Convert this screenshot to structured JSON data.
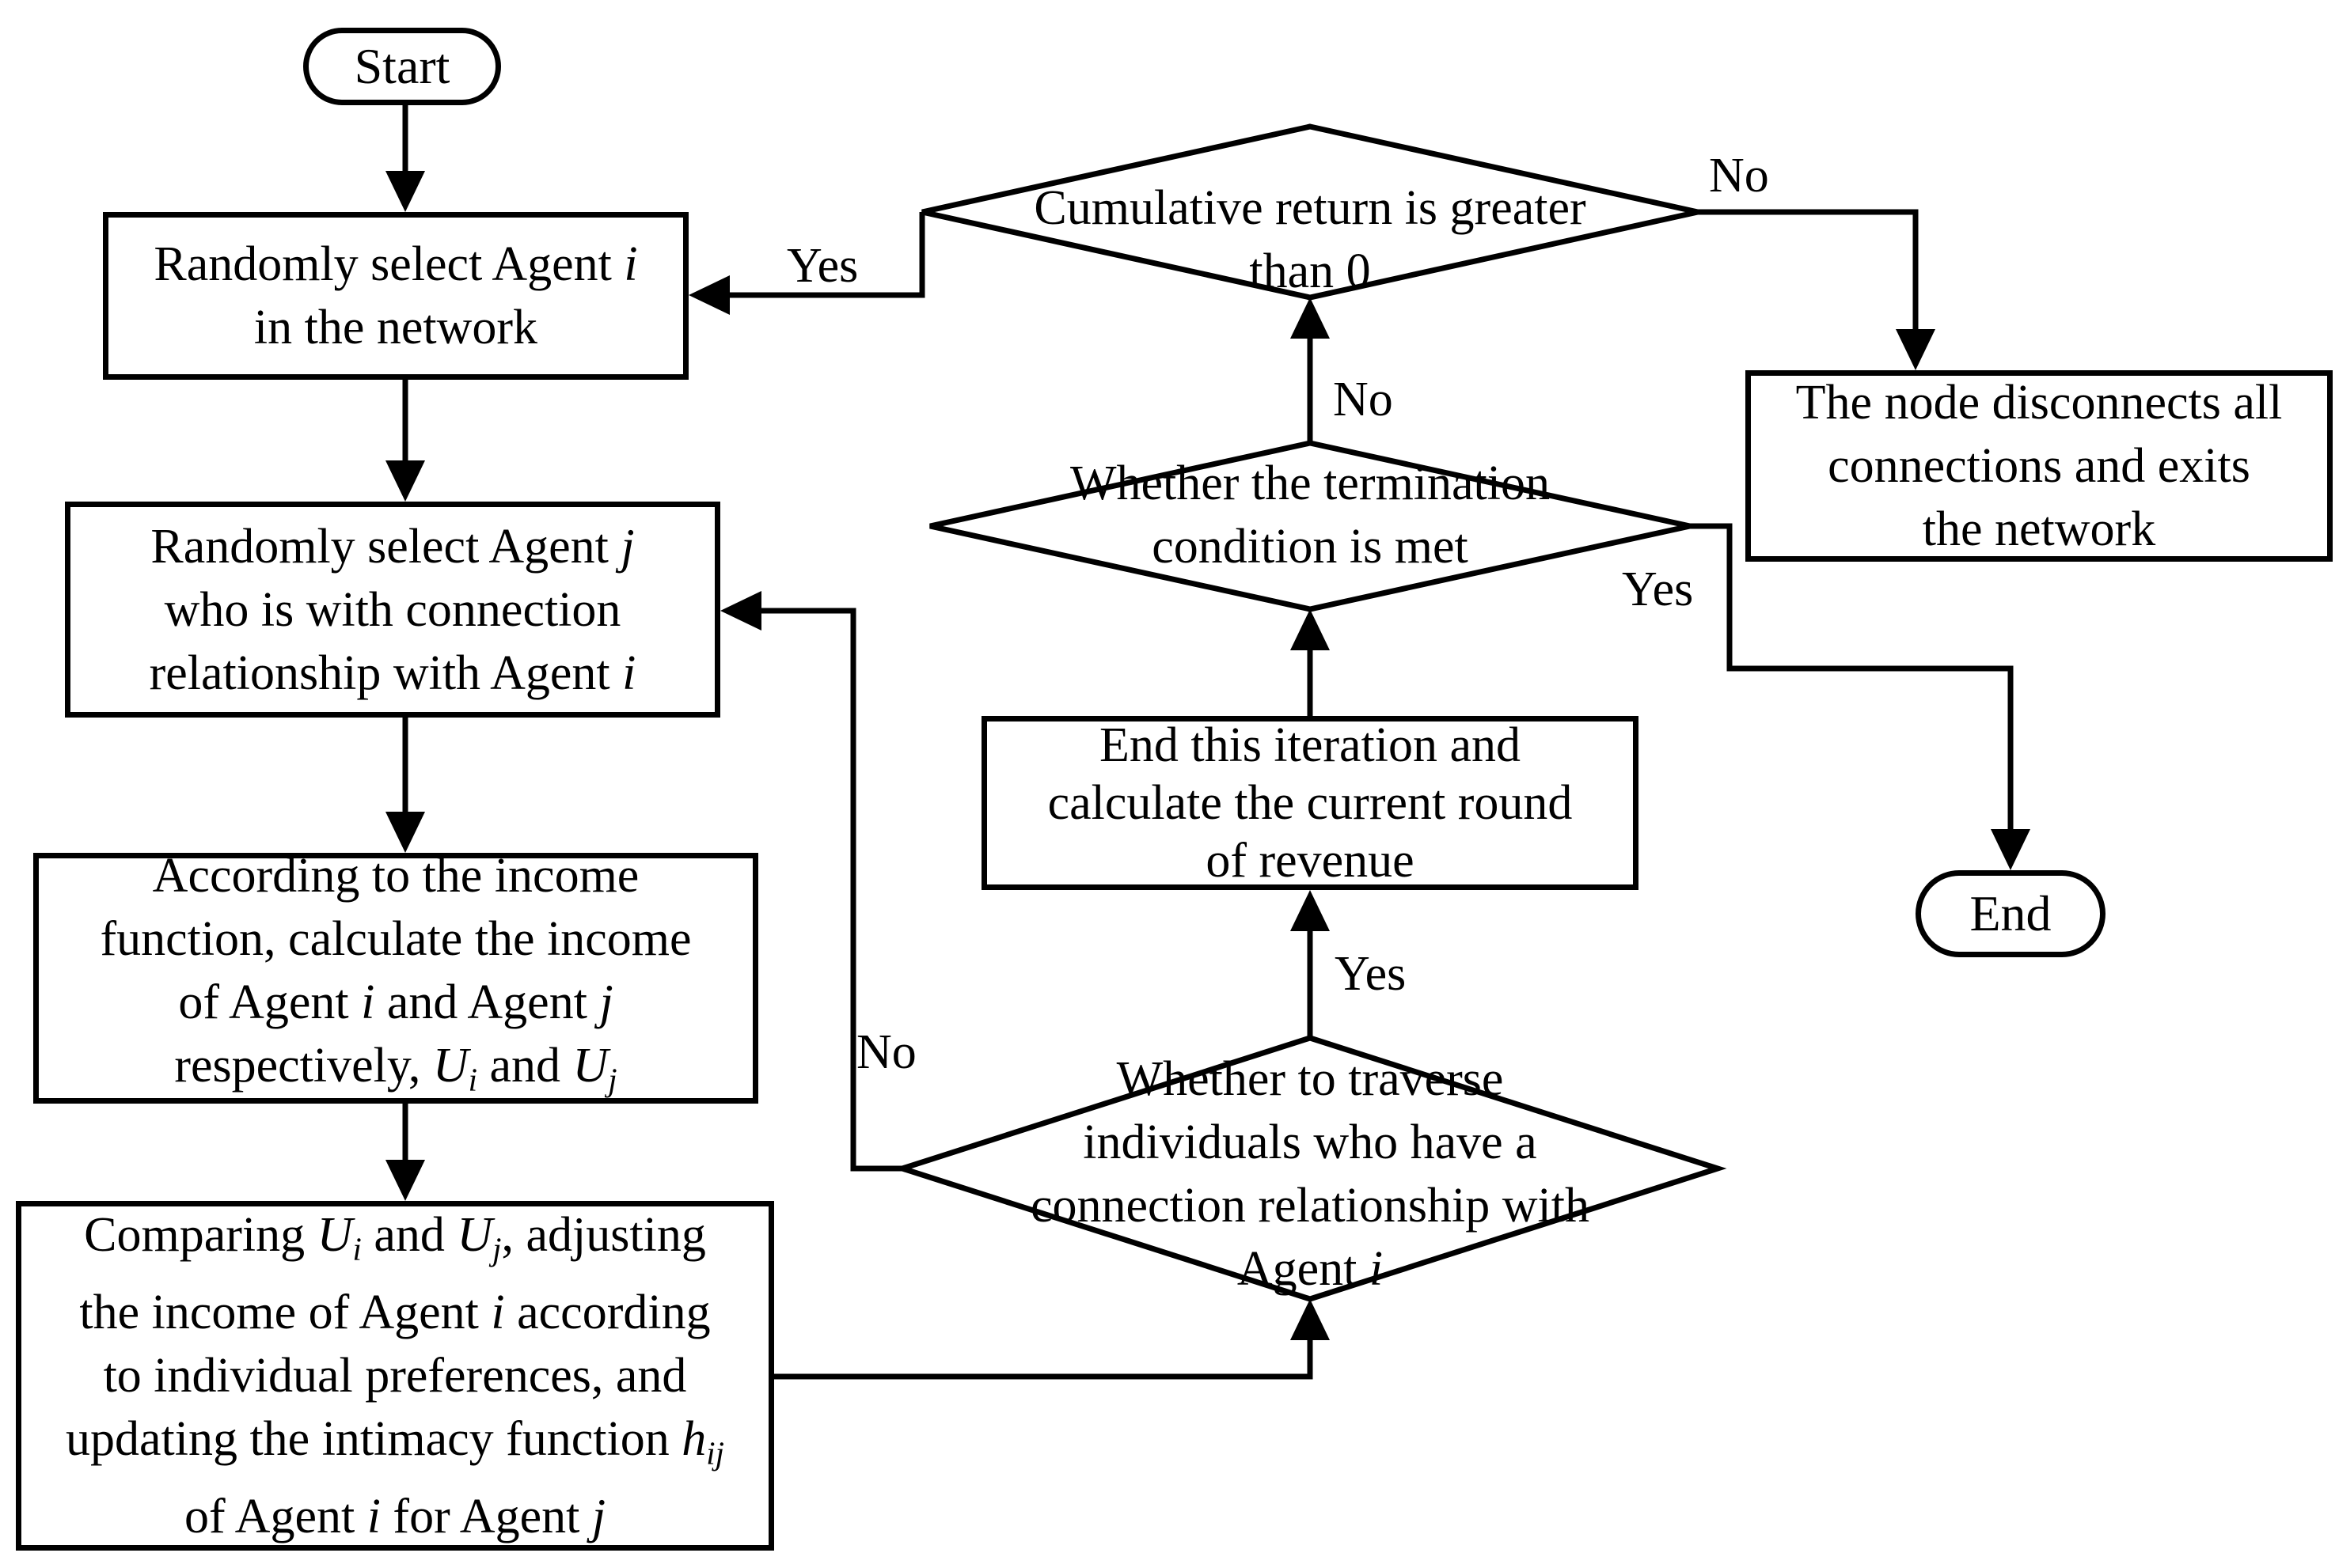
{
  "colors": {
    "ink": "#000000",
    "background": "#ffffff"
  },
  "terminals": {
    "start": "Start",
    "end": "End"
  },
  "edge_labels": {
    "cumulative_yes": "Yes",
    "cumulative_no": "No",
    "termination_no": "No",
    "termination_yes": "Yes",
    "traverse_yes": "Yes",
    "traverse_no": "No"
  },
  "nodes": {
    "select_agent_i": {
      "lines": [
        [
          {
            "t": "Randomly select Agent "
          },
          {
            "t": "i",
            "i": true
          }
        ],
        [
          {
            "t": "in the network"
          }
        ]
      ]
    },
    "select_agent_j": {
      "lines": [
        [
          {
            "t": "Randomly select Agent "
          },
          {
            "t": "j",
            "i": true
          }
        ],
        [
          {
            "t": "who is with connection"
          }
        ],
        [
          {
            "t": "relationship with Agent "
          },
          {
            "t": "i",
            "i": true
          }
        ]
      ]
    },
    "calc_income": {
      "lines": [
        [
          {
            "t": "According to the income"
          }
        ],
        [
          {
            "t": "function, calculate the income"
          }
        ],
        [
          {
            "t": "of Agent "
          },
          {
            "t": "i",
            "i": true
          },
          {
            "t": " and Agent "
          },
          {
            "t": "j",
            "i": true
          }
        ],
        [
          {
            "t": "respectively, "
          },
          {
            "t": "U",
            "i": true
          },
          {
            "t": "i",
            "i": true,
            "sub": true
          },
          {
            "t": " and "
          },
          {
            "t": "U",
            "i": true
          },
          {
            "t": "j",
            "i": true,
            "sub": true
          }
        ]
      ]
    },
    "compare_adjust": {
      "lines": [
        [
          {
            "t": "Comparing "
          },
          {
            "t": "U",
            "i": true
          },
          {
            "t": "i",
            "i": true,
            "sub": true
          },
          {
            "t": " and "
          },
          {
            "t": "U",
            "i": true
          },
          {
            "t": "j",
            "i": true,
            "sub": true
          },
          {
            "t": ", adjusting"
          }
        ],
        [
          {
            "t": "the income of Agent "
          },
          {
            "t": "i",
            "i": true
          },
          {
            "t": " according"
          }
        ],
        [
          {
            "t": "to individual preferences, and"
          }
        ],
        [
          {
            "t": "updating the intimacy function "
          },
          {
            "t": "h",
            "i": true
          },
          {
            "t": "ij",
            "i": true,
            "sub": true
          }
        ],
        [
          {
            "t": "of Agent "
          },
          {
            "t": "i",
            "i": true
          },
          {
            "t": " for Agent "
          },
          {
            "t": "j",
            "i": true
          }
        ]
      ]
    },
    "cumulative_return": {
      "lines": [
        [
          {
            "t": "Cumulative return is greater"
          }
        ],
        [
          {
            "t": "than 0"
          }
        ]
      ]
    },
    "termination_condition": {
      "lines": [
        [
          {
            "t": "Whether the termination"
          }
        ],
        [
          {
            "t": "condition is met"
          }
        ]
      ]
    },
    "end_iteration": {
      "lines": [
        [
          {
            "t": "End this iteration and"
          }
        ],
        [
          {
            "t": "calculate the current round"
          }
        ],
        [
          {
            "t": "of revenue"
          }
        ]
      ]
    },
    "traverse_individuals": {
      "lines": [
        [
          {
            "t": "Whether to traverse"
          }
        ],
        [
          {
            "t": "individuals who have a"
          }
        ],
        [
          {
            "t": "connection relationship with"
          }
        ],
        [
          {
            "t": "Agent "
          },
          {
            "t": "i",
            "i": true
          }
        ]
      ]
    },
    "node_disconnects": {
      "lines": [
        [
          {
            "t": "The node disconnects all"
          }
        ],
        [
          {
            "t": "connections and exits"
          }
        ],
        [
          {
            "t": "the network"
          }
        ]
      ]
    }
  }
}
